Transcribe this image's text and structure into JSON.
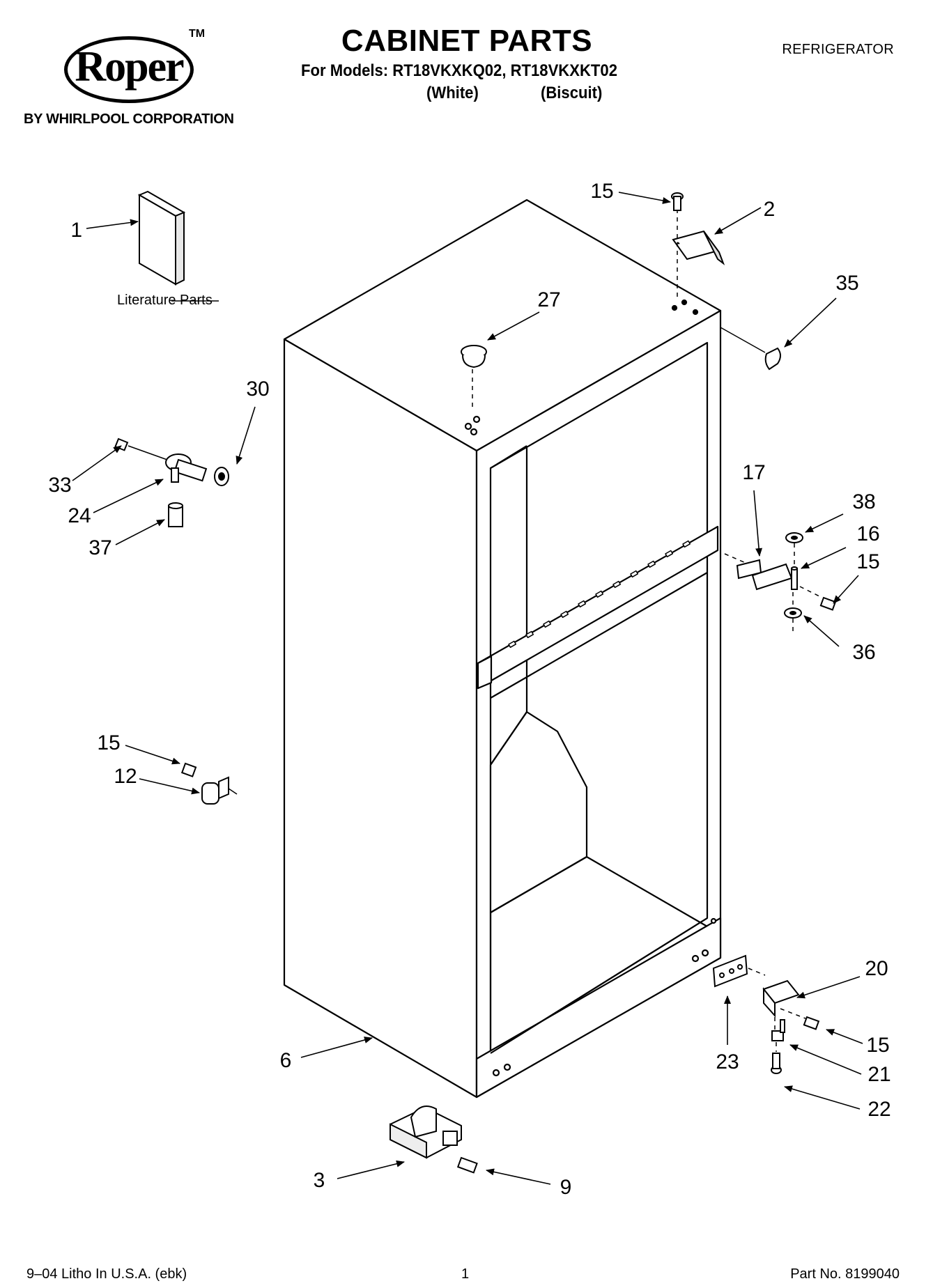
{
  "header": {
    "brand": "Roper",
    "trademark": "TM",
    "brand_tagline": "BY WHIRLPOOL CORPORATION",
    "title": "CABINET PARTS",
    "models_line": "For Models: RT18VKXKQ02, RT18VKXKT02",
    "variant_white": "(White)",
    "variant_biscuit": "(Biscuit)",
    "category": "REFRIGERATOR"
  },
  "literature_label": "Literature Parts",
  "callouts": [
    {
      "id": "c1",
      "label": "1"
    },
    {
      "id": "c15a",
      "label": "15"
    },
    {
      "id": "c2",
      "label": "2"
    },
    {
      "id": "c27",
      "label": "27"
    },
    {
      "id": "c35",
      "label": "35"
    },
    {
      "id": "c30",
      "label": "30"
    },
    {
      "id": "c33",
      "label": "33"
    },
    {
      "id": "c24",
      "label": "24"
    },
    {
      "id": "c37",
      "label": "37"
    },
    {
      "id": "c17",
      "label": "17"
    },
    {
      "id": "c38",
      "label": "38"
    },
    {
      "id": "c16",
      "label": "16"
    },
    {
      "id": "c15b",
      "label": "15"
    },
    {
      "id": "c36",
      "label": "36"
    },
    {
      "id": "c15c",
      "label": "15"
    },
    {
      "id": "c12",
      "label": "12"
    },
    {
      "id": "c20",
      "label": "20"
    },
    {
      "id": "c15d",
      "label": "15"
    },
    {
      "id": "c23",
      "label": "23"
    },
    {
      "id": "c21",
      "label": "21"
    },
    {
      "id": "c6",
      "label": "6"
    },
    {
      "id": "c22",
      "label": "22"
    },
    {
      "id": "c3",
      "label": "3"
    },
    {
      "id": "c9",
      "label": "9"
    }
  ],
  "footer": {
    "litho": "9–04 Litho In U.S.A. (ebk)",
    "page": "1",
    "part_no": "Part No. 8199040"
  }
}
